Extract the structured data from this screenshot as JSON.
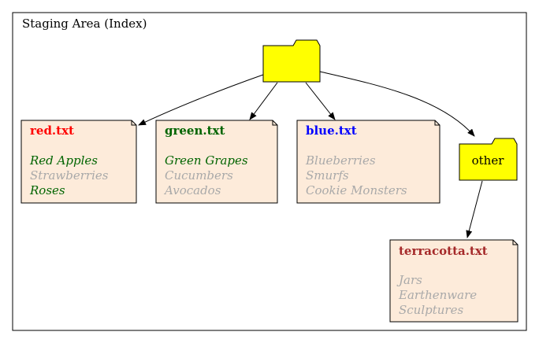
{
  "cluster": {
    "label": "Staging Area (Index)"
  },
  "folders": {
    "root": {
      "label": ""
    },
    "other": {
      "label": "other"
    }
  },
  "files": {
    "red": {
      "title": "red.txt",
      "title_color": "#ff0000",
      "lines": [
        {
          "text": "Red Apples",
          "color": "#006400"
        },
        {
          "text": "Strawberries",
          "color": "#a9a9a9"
        },
        {
          "text": "Roses",
          "color": "#006400"
        }
      ]
    },
    "green": {
      "title": "green.txt",
      "title_color": "#006400",
      "lines": [
        {
          "text": "Green Grapes",
          "color": "#006400"
        },
        {
          "text": "Cucumbers",
          "color": "#a9a9a9"
        },
        {
          "text": "Avocados",
          "color": "#a9a9a9"
        }
      ]
    },
    "blue": {
      "title": "blue.txt",
      "title_color": "#0000ff",
      "lines": [
        {
          "text": "Blueberries",
          "color": "#a9a9a9"
        },
        {
          "text": "Smurfs",
          "color": "#a9a9a9"
        },
        {
          "text": "Cookie Monsters",
          "color": "#a9a9a9"
        }
      ]
    },
    "terracotta": {
      "title": "terracotta.txt",
      "title_color": "#a52a2a",
      "lines": [
        {
          "text": "Jars",
          "color": "#a9a9a9"
        },
        {
          "text": "Earthenware",
          "color": "#a9a9a9"
        },
        {
          "text": "Sculptures",
          "color": "#a9a9a9"
        }
      ]
    }
  },
  "colors": {
    "folder_fill": "#ffff00",
    "note_fill": "#fdebda",
    "stroke": "#000000"
  }
}
